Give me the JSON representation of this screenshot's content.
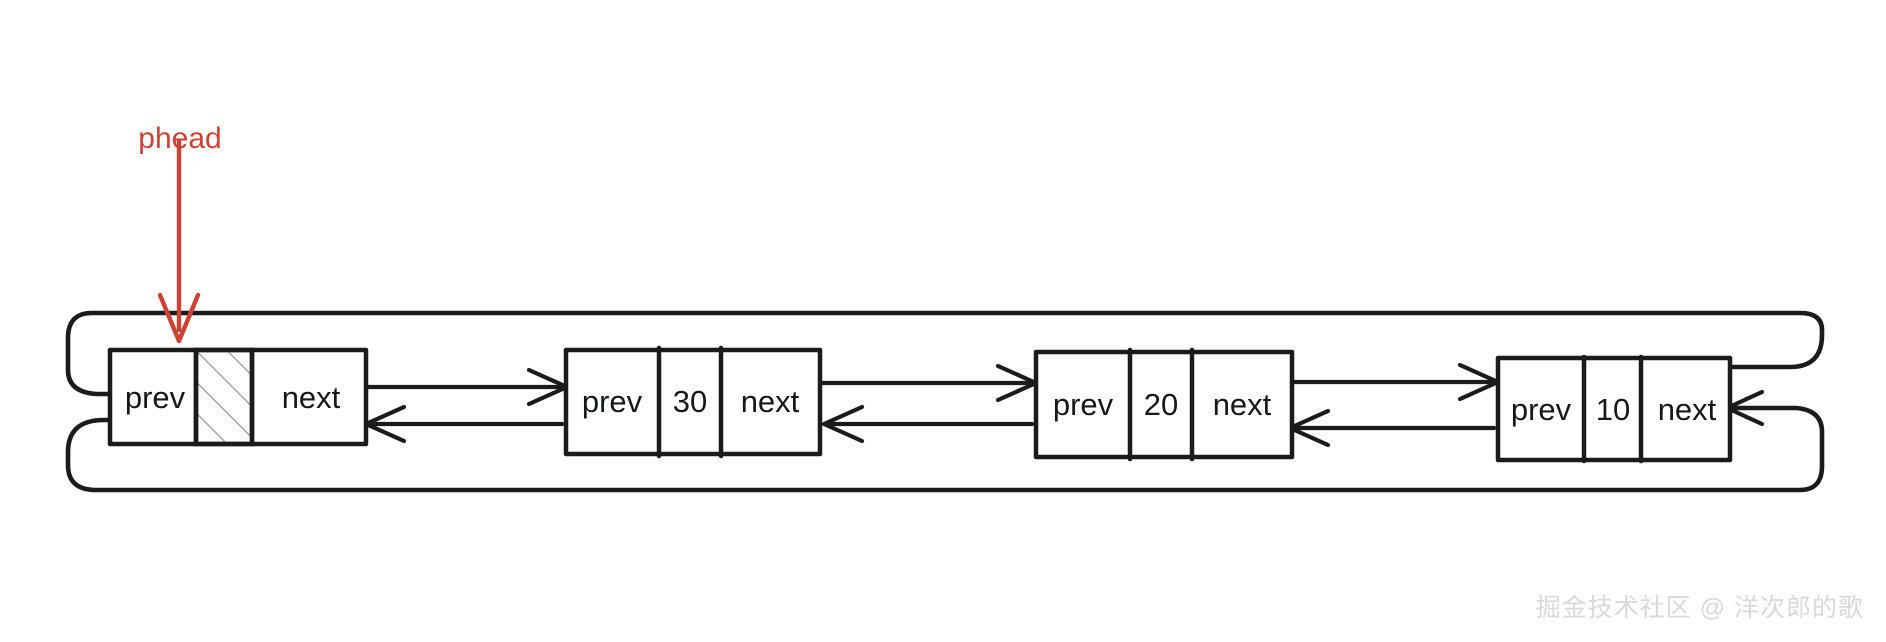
{
  "diagram": {
    "title": "Circular doubly linked list with sentinel head node",
    "background_color": "#ffffff",
    "stroke_color": "#1b1b1b",
    "pointer_color": "#cc4336",
    "hatch_color": "#9a9a9a",
    "pointer": {
      "label": "phead",
      "target_node_index": 0
    },
    "nodes": [
      {
        "id": "sentinel",
        "prev_label": "prev",
        "data_label": "",
        "data_hatched": true,
        "next_label": "next"
      },
      {
        "id": "node-30",
        "prev_label": "prev",
        "data_label": "30",
        "data_hatched": false,
        "next_label": "next"
      },
      {
        "id": "node-20",
        "prev_label": "prev",
        "data_label": "20",
        "data_hatched": false,
        "next_label": "next"
      },
      {
        "id": "node-10",
        "prev_label": "prev",
        "data_label": "10",
        "data_hatched": false,
        "next_label": "next"
      }
    ],
    "links": [
      {
        "from": "sentinel",
        "to": "node-30",
        "direction": "next"
      },
      {
        "from": "node-30",
        "to": "sentinel",
        "direction": "prev"
      },
      {
        "from": "node-30",
        "to": "node-20",
        "direction": "next"
      },
      {
        "from": "node-20",
        "to": "node-30",
        "direction": "prev"
      },
      {
        "from": "node-20",
        "to": "node-10",
        "direction": "next"
      },
      {
        "from": "node-10",
        "to": "node-20",
        "direction": "prev"
      },
      {
        "from": "node-10",
        "to": "sentinel",
        "direction": "next-wrap"
      },
      {
        "from": "sentinel",
        "to": "node-10",
        "direction": "prev-wrap"
      }
    ]
  },
  "watermark": {
    "text": "掘金技术社区 @ 洋次郎的歌"
  }
}
